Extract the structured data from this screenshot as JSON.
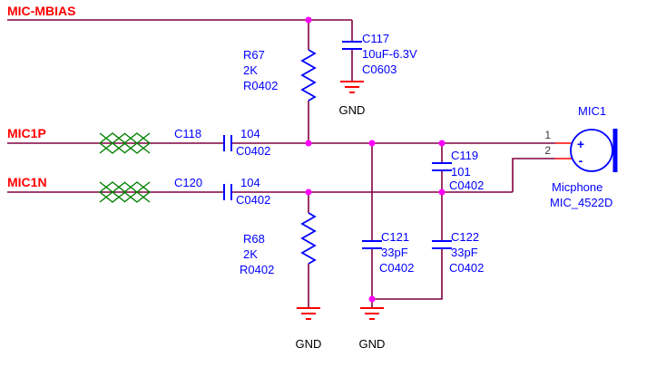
{
  "nets": {
    "mbias": "MIC-MBIAS",
    "mic1p": "MIC1P",
    "mic1n": "MIC1N"
  },
  "components": {
    "c117": {
      "ref": "C117",
      "value": "10uF-6.3V",
      "footprint": "C0603"
    },
    "r67": {
      "ref": "R67",
      "value": "2K",
      "footprint": "R0402"
    },
    "r68": {
      "ref": "R68",
      "value": "2K",
      "footprint": "R0402"
    },
    "c118": {
      "ref": "C118",
      "value": "104",
      "footprint": "C0402"
    },
    "c119": {
      "ref": "C119",
      "value": "101",
      "footprint": "C0402"
    },
    "c120": {
      "ref": "C120",
      "value": "104",
      "footprint": "C0402"
    },
    "c121": {
      "ref": "C121",
      "value": "33pF",
      "footprint": "C0402"
    },
    "c122": {
      "ref": "C122",
      "value": "33pF",
      "footprint": "C0402"
    },
    "mic1": {
      "ref": "MIC1",
      "name": "Micphone",
      "part": "MIC_4522D",
      "pin1": "1",
      "pin2": "2",
      "plus": "+",
      "minus": "-"
    }
  },
  "grounds": {
    "g1": "GND",
    "g2": "GND",
    "g3": "GND"
  },
  "colors": {
    "wire": "#800040",
    "net_label": "#FF0000",
    "component": "#0000FF",
    "junction": "#FF00FF",
    "ground_symbol": "#FF0000",
    "pin_number": "#3A3A3A",
    "no_erc": "#008000",
    "background": "#FFFFFF"
  }
}
